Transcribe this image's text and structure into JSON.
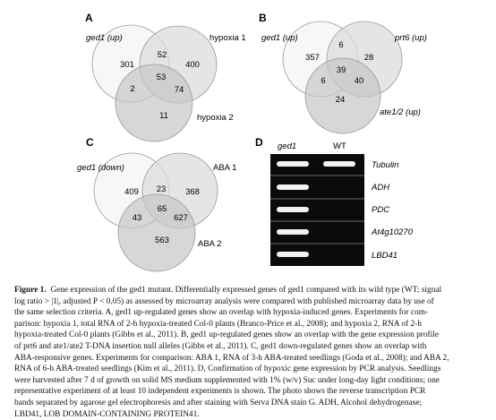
{
  "panels": {
    "A": {
      "letter": "A",
      "sets": [
        "ged1 (up)",
        "hypoxia 1",
        "hypoxia 2"
      ],
      "regions": {
        "only1": "301",
        "only2": "400",
        "only3": "11",
        "r12": "52",
        "r13": "2",
        "r23": "74",
        "r123": "53"
      }
    },
    "B": {
      "letter": "B",
      "sets": [
        "ged1 (up)",
        "prt6 (up)",
        "ate1/2 (up)"
      ],
      "regions": {
        "only1": "357",
        "only2": "28",
        "only3": "24",
        "r12": "6",
        "r13": "6",
        "r23": "40",
        "r123": "39"
      }
    },
    "C": {
      "letter": "C",
      "sets": [
        "ged1 (down)",
        "ABA 1",
        "ABA 2"
      ],
      "regions": {
        "only1": "409",
        "only2": "368",
        "only3": "563",
        "r12": "23",
        "r13": "43",
        "r23": "627",
        "r123": "65"
      }
    },
    "D": {
      "letter": "D",
      "columns": [
        "ged1",
        "WT"
      ],
      "genes": [
        "Tubulin",
        "ADH",
        "PDC",
        "At4g10270",
        "LBD41"
      ]
    }
  },
  "colors": {
    "circle1": "#f6f6f6",
    "circle2": "#dedede",
    "circle3": "#c9c9c9",
    "gel_bg": "#0b0b0b",
    "band": "#f2f2f2"
  },
  "caption": {
    "title": "Figure 1.",
    "lines": [
      "Gene expression of the ged1 mutant. Differentially expressed genes of ged1 compared with its wild type (WT; signal",
      "log ratio > |1|, adjusted P < 0.05) as assessed by microarray analysis were compared with published microarray data by use of",
      "the same selection criteria. A, ged1 up-regulated genes show an overlap with hypoxia-induced genes. Experiments for com-",
      "parison: hypoxia 1, total RNA of 2-h hypoxia-treated Col-0 plants (Branco-Price et al., 2008); and hypoxia 2, RNA of 2-h",
      "hypoxia-treated Col-0 plants (Gibbs et al., 2011). B, ged1 up-regulated genes show an overlap with the gene expression profile",
      "of prt6 and ate1/ate2 T-DNA insertion null alleles (Gibbs et al., 2011). C, ged1 down-regulated genes show an overlap with",
      "ABA-responsive genes. Experiments for comparison: ABA 1, RNA of 3-h ABA-treated seedlings (Goda et al., 2008); and ABA 2,",
      "RNA of 6-h ABA-treated seedlings (Kim et al., 2011). D, Confirmation of hypoxic gene expression by PCR analysis. Seedlings",
      "were harvested after 7 d of growth on solid MS medium supplemented with 1% (w/v) Suc under long-day light conditions; one",
      "representative experiment of at least 10 independent experiments is shown. The photo shows the reverse transcription PCR",
      "bands separated by agarose gel electrophoresis and after staining with Serva DNA stain G. ADH, Alcohol dehydrogenase;",
      "LBD41, LOB DOMAIN-CONTAINING PROTEIN41."
    ]
  }
}
